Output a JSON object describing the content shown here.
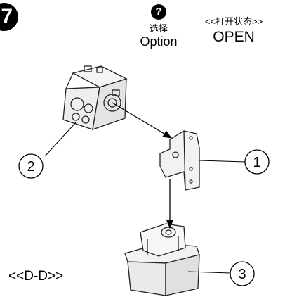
{
  "step_number": "7",
  "option": {
    "icon": "question-icon",
    "icon_glyph": "?",
    "label_cn": "选择",
    "label_en": "Option"
  },
  "state": {
    "label_cn": "<<打开状态>>",
    "label_en": "OPEN"
  },
  "section_label": "<<D-D>>",
  "callouts": {
    "c1": "1",
    "c2": "2",
    "c3": "3"
  }
}
